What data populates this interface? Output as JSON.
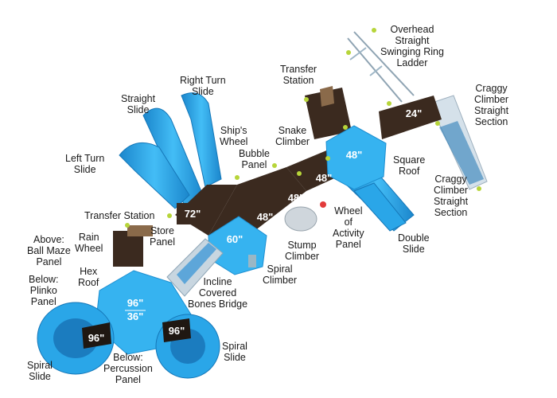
{
  "platforms": {
    "p72": "72\"",
    "p60": "60\"",
    "p48a": "48\"",
    "p48b": "48\"",
    "p48c": "48\"",
    "p48d": "48\"",
    "p24": "24\"",
    "p96top": "96\"",
    "p36": "36\"",
    "p96left": "96\"",
    "p96right": "96\""
  },
  "labels": {
    "overhead_ladder": [
      "Overhead",
      "Straight",
      "Swinging Ring",
      "Ladder"
    ],
    "transfer_station_top": [
      "Transfer",
      "Station"
    ],
    "craggy_climber_1": [
      "Craggy",
      "Climber",
      "Straight",
      "Section"
    ],
    "right_turn_slide": [
      "Right Turn",
      "Slide"
    ],
    "straight_slide": [
      "Straight",
      "Slide"
    ],
    "ships_wheel": [
      "Ship's",
      "Wheel"
    ],
    "snake_climber": [
      "Snake",
      "Climber"
    ],
    "bubble_panel": [
      "Bubble",
      "Panel"
    ],
    "square_roof": [
      "Square",
      "Roof"
    ],
    "craggy_climber_2": [
      "Craggy",
      "Climber",
      "Straight",
      "Section"
    ],
    "left_turn_slide": [
      "Left Turn",
      "Slide"
    ],
    "wheel_of_activity": [
      "Wheel",
      "of",
      "Activity",
      "Panel"
    ],
    "transfer_station_left": [
      "Transfer Station"
    ],
    "double_slide": [
      "Double",
      "Slide"
    ],
    "above_ball_maze": [
      "Above:",
      "Ball Maze",
      "Panel"
    ],
    "rain_wheel": [
      "Rain",
      "Wheel"
    ],
    "store_panel": [
      "Store",
      "Panel"
    ],
    "stump_climber": [
      "Stump",
      "Climber"
    ],
    "spiral_climber": [
      "Spiral",
      "Climber"
    ],
    "below_plinko": [
      "Below:",
      "Plinko",
      "Panel"
    ],
    "hex_roof": [
      "Hex",
      "Roof"
    ],
    "incline_bridge": [
      "Incline",
      "Covered",
      "Bones Bridge"
    ],
    "spiral_slide_left": [
      "Spiral",
      "Slide"
    ],
    "below_percussion": [
      "Below:",
      "Percussion",
      "Panel"
    ],
    "spiral_slide_right": [
      "Spiral",
      "Slide"
    ]
  },
  "colors": {
    "slide_blue": "#2aa6e8",
    "slide_dark": "#1b7cbf",
    "deck_brown": "#3b2a1f",
    "roof_blue": "#36b3f0",
    "accent_green": "#b7d53a"
  }
}
